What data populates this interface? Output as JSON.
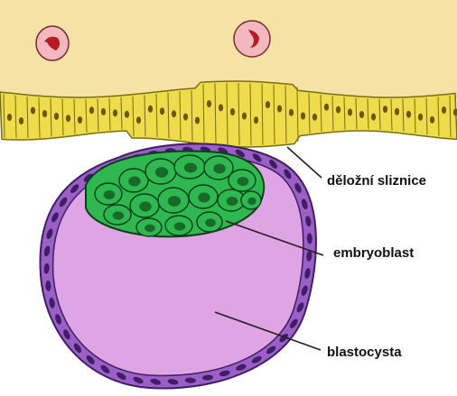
{
  "labels": {
    "uterine_lining": "děložní sliznice",
    "embryoblast": "embryoblast",
    "blastocyst": "blastocysta"
  },
  "colors": {
    "stroma": "#f4e3a4",
    "epithelium_fill": "#eedc4a",
    "epithelium_outline": "#7b6d14",
    "nucleus_brown": "#6e5510",
    "blastocyst_cavity": "#dfa4e4",
    "trophoblast_cell": "#9b5fc7",
    "trophoblast_outline": "#3f1f63",
    "embryoblast_fill": "#2fb84f",
    "embryoblast_nucleus": "#196a2a",
    "embryoblast_outline": "#0f3d19",
    "blood_cell_outer": "#f3b8bd",
    "blood_cell_inner": "#b51b25",
    "leader_line": "#222222"
  },
  "icons": [
    "blood-cell-icon",
    "blood-cell-icon"
  ]
}
